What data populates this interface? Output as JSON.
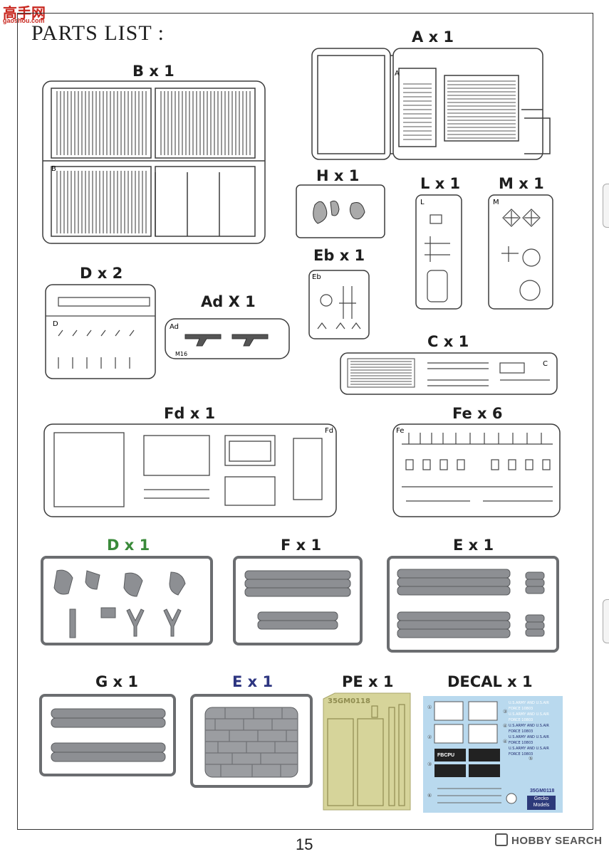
{
  "header": {
    "logo_text": "高手网",
    "logo_url": "gaoshou.com",
    "title": "PARTS LIST :"
  },
  "labels": {
    "A": "A x 1",
    "B": "B x 1",
    "H": "H x 1",
    "L": "L x 1",
    "M": "M x 1",
    "Eb": "Eb x 1",
    "D": "D x 2",
    "Ad": "Ad X 1",
    "C": "C x 1",
    "Fd": "Fd x 1",
    "Fe": "Fe x 6",
    "D_grey": "D x 1",
    "F": "F x 1",
    "E": "E x 1",
    "G": "G x 1",
    "E_grey": "E x 1",
    "PE": "PE x 1",
    "DECAL": "DECAL x 1"
  },
  "sprue_tags": {
    "A": "A",
    "B": "B",
    "L": "L",
    "M": "M",
    "Eb": "Eb",
    "D": "D",
    "Ad": "Ad",
    "C": "C",
    "Fd": "Fd",
    "Fe": "Fe"
  },
  "ad_weapon_text": "M16",
  "pe_code": "35GM0118",
  "decal": {
    "code": "35GM0118",
    "brand_line1": "Gecko",
    "brand_line2": "Models",
    "army_lines": [
      "U.S.ARMY AND U.S.AIR FORCE 10803",
      "U.S.ARMY AND U.S.AIR FORCE 10803",
      "U.S.ARMY AND U.S.AIR FORCE 10803",
      "U.S.ARMY AND U.S.AIR FORCE 10803",
      "U.S.ARMY AND U.S.AIR FORCE 10803"
    ],
    "panel_text": "FBCPU"
  },
  "footer": {
    "page_number": "15",
    "watermark": "HOBBY SEARCH"
  },
  "colors": {
    "line_art": "#3c3c3c",
    "grey_plastic": "#8d8f93",
    "grey_frame": "#6b6d70",
    "pe_brass": "#d6d49a",
    "decal_blue": "#b9d9ee",
    "accent_red": "#c8261e"
  }
}
